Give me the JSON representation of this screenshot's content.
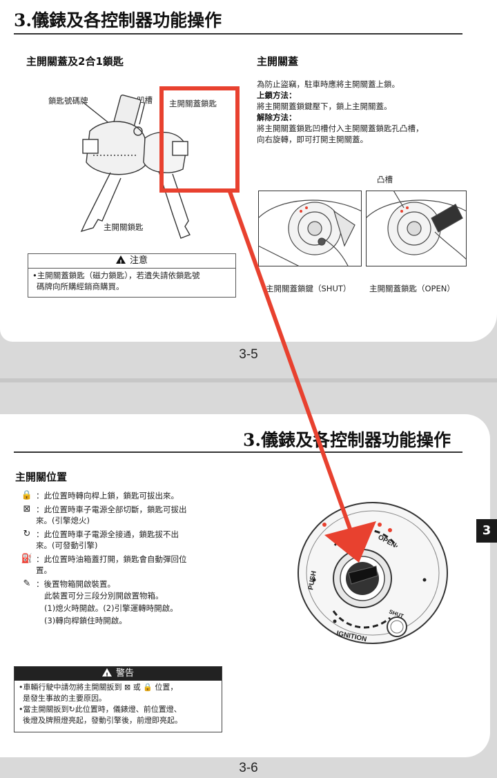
{
  "page1": {
    "chapter_title": "3.儀錶及各控制器功能操作",
    "left_heading": "主開關蓋及2合1鎖匙",
    "labels": {
      "key_number_plate": "鎖匙號碼牌",
      "groove": "凹槽",
      "cover_key": "主開關蓋鎖匙",
      "main_key": "主開關鎖匙"
    },
    "caution": {
      "title": "注意",
      "line1": "•主開關蓋鎖匙（磁力鎖匙），若遺失請依鎖匙號",
      "line2": "碼牌向所購經銷商購買。"
    },
    "right_heading": "主開關蓋",
    "right_text": {
      "line1": "為防止盜竊，駐車時應將主開關蓋上鎖。",
      "lock_method": "上鎖方法：",
      "line2": "將主開關蓋鎖鍵壓下，鎖上主開關蓋。",
      "unlock_method": "解除方法：",
      "line3": "將主開關蓋鎖匙凹槽付入主開關蓋鎖匙孔凸槽，",
      "line4": "向右旋轉，即可打開主開關蓋。"
    },
    "boss_label": "凸槽",
    "caption_shut": "主開關蓋鎖鍵（SHUT）",
    "caption_open": "主開關蓋鎖匙（OPEN）",
    "page_number": "3-5"
  },
  "page2": {
    "chapter_title": "3.儀錶及各控制器功能操作",
    "heading": "主開關位置",
    "items": [
      {
        "icon": "🔒",
        "lines": [
          "：此位置時轉向桿上鎖，鎖匙可拔出來。"
        ]
      },
      {
        "icon": "⊠",
        "lines": [
          "：此位置時車子電源全部切斷，鎖匙可拔出",
          "  來。(引擎熄火)"
        ]
      },
      {
        "icon": "↻",
        "lines": [
          "：此位置時車子電源全接通，鎖匙拔不出",
          "  來。(可發動引擎)"
        ]
      },
      {
        "icon": "⛽",
        "lines": [
          "：此位置時油箱蓋打開，鎖匙會自動彈回位",
          "  置。"
        ]
      },
      {
        "icon": "✎",
        "lines": [
          "：後置物箱開啟裝置。"
        ]
      }
    ],
    "sub_lines": [
      "此裝置可分三段分別開啟置物箱。",
      "(1)熄火時開啟。(2)引擎運轉時開啟。",
      "(3)轉向桿鎖住時開啟。"
    ],
    "warning": {
      "title": "警告",
      "line1": "•車輛行駛中請勿將主開關扳到",
      "line1b": "或",
      "line1c": "位置，",
      "line2": "是發生事故的主要原因。",
      "line3": "•當主開關扳到",
      "line3b": "此位置時，儀錶燈、前位置燈、",
      "line4": "後燈及牌照燈亮起，發動引擎後，前燈即亮起。"
    },
    "dial_labels": {
      "open": "OPEN",
      "push": "PUSH",
      "ignition": "IGNITION",
      "shut": "SHUT"
    },
    "side_tab": "3",
    "page_number": "3-6"
  },
  "colors": {
    "annotation_red": "#e8412f",
    "bar_dark": "#222222"
  }
}
